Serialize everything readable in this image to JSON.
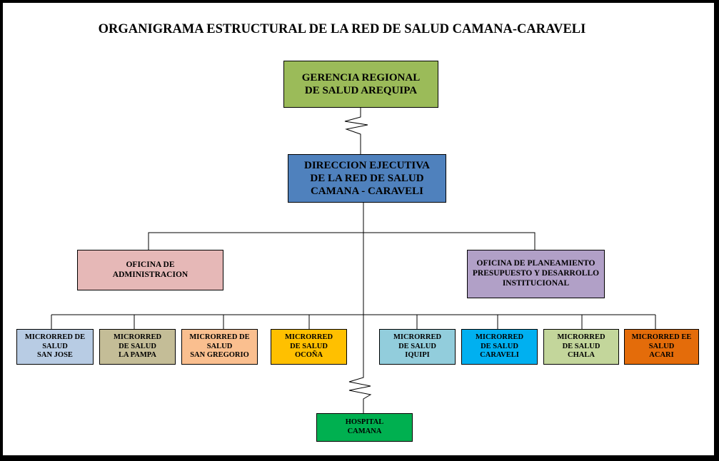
{
  "title": "ORGANIGRAMA ESTRUCTURAL  DE LA RED DE SALUD CAMANA-CARAVELI",
  "nodes": {
    "gerencia": {
      "label": "GERENCIA REGIONAL\nDE SALUD AREQUIPA",
      "color": "#9bbb59"
    },
    "direccion": {
      "label": "DIRECCION  EJECUTIVA\nDE LA RED DE SALUD\nCAMANA - CARAVELI",
      "color": "#4f81bd"
    },
    "administracion": {
      "label": "OFICINA   DE\nADMINISTRACION",
      "color": "#e6b8b7"
    },
    "planeamiento": {
      "label": "OFICINA  DE PLANEAMIENTO\nPRESUPUESTO Y DESARROLLO\nINSTITUCIONAL",
      "color": "#b1a0c7"
    },
    "hospital": {
      "label": "HOSPITAL\nCAMANA",
      "color": "#00b050"
    }
  },
  "microrredes": [
    {
      "label": "MICRORRED DE\nSALUD\nSAN JOSE",
      "color": "#b8cce4"
    },
    {
      "label": "MICRORRED\nDE SALUD\nLA PAMPA",
      "color": "#c4bd97"
    },
    {
      "label": "MICRORRED DE\nSALUD\nSAN GREGORIO",
      "color": "#fabf8f"
    },
    {
      "label": "MICRORRED\nDE SALUD\nOCOÑA",
      "color": "#ffc000"
    },
    {
      "label": "MICRORRED\nDE SALUD\nIQUIPI",
      "color": "#92cddc"
    },
    {
      "label": "MICRORRED\nDE SALUD\nCARAVELI",
      "color": "#00b0f0"
    },
    {
      "label": "MICRORRED\nDE SALUD\nCHALA",
      "color": "#c3d69b"
    },
    {
      "label": "MICRORRED EE\nSALUD\nACARI",
      "color": "#e46c0a"
    }
  ]
}
